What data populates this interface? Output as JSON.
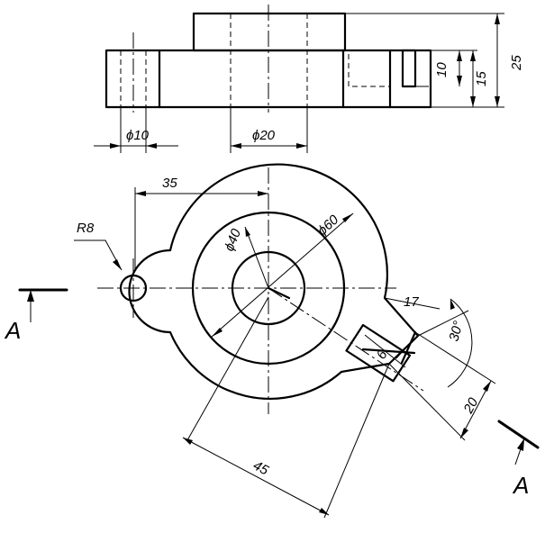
{
  "labels": {
    "dia10": "ϕ10",
    "dia20": "ϕ20",
    "h10": "10",
    "h15": "15",
    "h25": "25",
    "d35": "35",
    "r8": "R8",
    "dia40": "ϕ40",
    "dia60": "ϕ60",
    "d17": "17",
    "ang30": "30°",
    "d6": "6",
    "d20": "20",
    "d45": "45",
    "secA1": "A",
    "secA2": "A"
  }
}
